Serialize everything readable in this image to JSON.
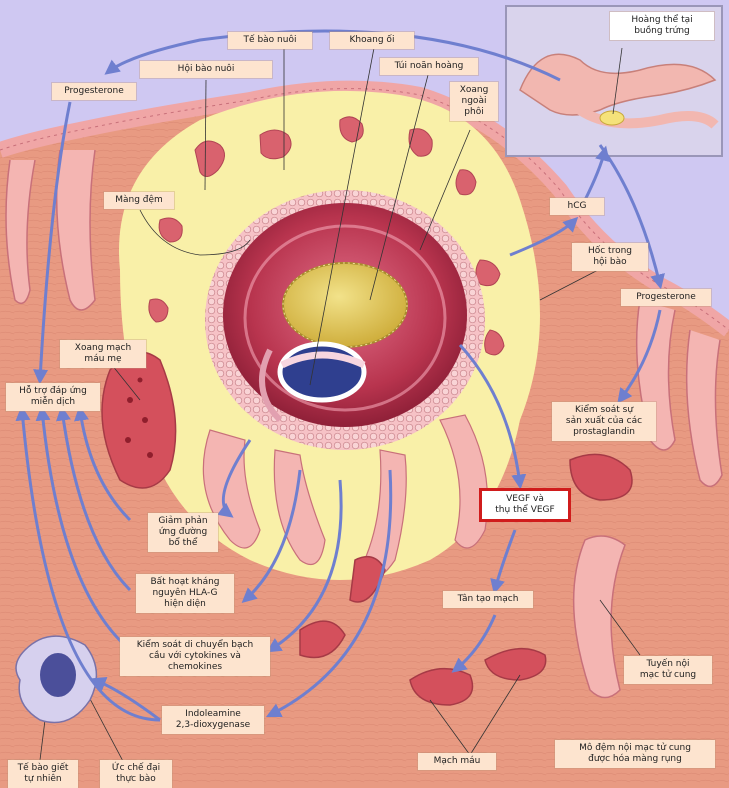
{
  "labels": {
    "hoang_the_tai_buong_trung": [
      "Hoàng thể tại",
      "buồng trứng"
    ],
    "te_bao_nuoi": [
      "Tế bào nuôi"
    ],
    "khoang_oi": [
      "Khoang ối"
    ],
    "hoi_bao_nuoi": [
      "Hội bào nuôi"
    ],
    "tui_noan_hoang": [
      "Túi noãn hoàng"
    ],
    "progesterone_left": [
      "Progesterone"
    ],
    "xoang_ngoai_phoi": [
      "Xoang",
      "ngoài",
      "phôi"
    ],
    "mang_dem": [
      "Màng đệm"
    ],
    "hcg": [
      "hCG"
    ],
    "hoc_trong_hoi_bao": [
      "Hốc trong",
      "hội bào"
    ],
    "progesterone_right": [
      "Progesterone"
    ],
    "xoang_mach_mau_me": [
      "Xoang mạch",
      "máu mẹ"
    ],
    "ho_tro_dap_ung_mien_dich": [
      "Hỗ trợ đáp ứng",
      "miễn dịch"
    ],
    "kiem_soat_prostaglandin": [
      "Kiểm soát sự",
      "sản xuất của các",
      "prostaglandin"
    ],
    "vegf": [
      "VEGF và",
      "thụ thể VEGF"
    ],
    "giam_phan_ung_bo_the": [
      "Giảm phản",
      "ứng đường",
      "bổ thể"
    ],
    "bat_hoat_hla_g": [
      "Bất hoạt kháng",
      "nguyên HLA-G",
      "hiện diện"
    ],
    "tan_tao_mach": [
      "Tân tạo mạch"
    ],
    "kiem_soat_di_chuyen": [
      "Kiểm soát di chuyển bạch",
      "cầu với cytokines và",
      "chemokines"
    ],
    "tuyen_noi_mac": [
      "Tuyến nội",
      "mạc tử cung"
    ],
    "indoleamine": [
      "Indoleamine",
      "2,3-dioxygenase"
    ],
    "mo_dem": [
      "Mô đệm nội mạc tử cung",
      "được hóa màng rụng"
    ],
    "mach_mau": [
      "Mạch máu"
    ],
    "te_bao_giet": [
      "Tế bào giết",
      "tự nhiên"
    ],
    "uc_che_dai_thuc_bao": [
      "Ức chế đại",
      "thực bào"
    ]
  },
  "colors": {
    "tissue": "#e89a82",
    "halo": "#f9f0a8",
    "amnion": "#b8344e",
    "yolk_sac": "#e8cf5a",
    "arrow": "#6f7fcf",
    "label_fill": "#fde4cf",
    "highlight_border": "#d01c1c"
  }
}
